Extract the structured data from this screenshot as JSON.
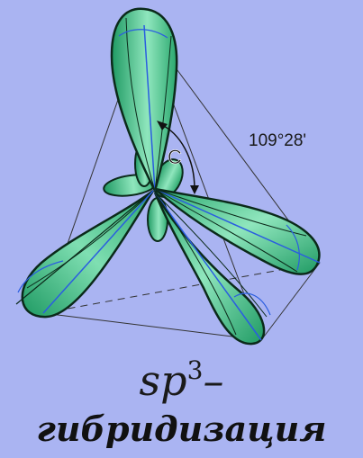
{
  "diagram": {
    "angle_label": "109°28'",
    "center_atom_label": "C"
  },
  "caption": {
    "formula_base": "sp",
    "formula_sup": "3",
    "formula_suffix": "–",
    "word": "гибридизация"
  },
  "colors": {
    "background": "#aab4f2",
    "lobe_fill_light": "#8fe6bd",
    "lobe_fill_dark": "#1f9a63",
    "lobe_outline": "#0b2a1a",
    "tetrahedron_edge": "#333333",
    "inner_axis": "#2a5de0"
  }
}
